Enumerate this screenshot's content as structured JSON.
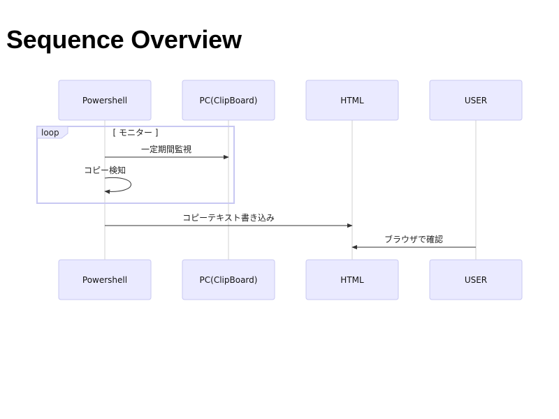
{
  "page": {
    "title": "Sequence Overview"
  },
  "colors": {
    "actor_fill": "#eaeaff",
    "actor_stroke": "#c8c8f2",
    "lifeline": "#d0d0d0",
    "message": "#333333"
  },
  "actors": [
    {
      "id": "powershell",
      "label": "Powershell"
    },
    {
      "id": "pc",
      "label": "PC(ClipBoard)"
    },
    {
      "id": "html",
      "label": "HTML"
    },
    {
      "id": "user",
      "label": "USER"
    }
  ],
  "loop": {
    "label": "loop",
    "condition": "[ モニター ]"
  },
  "messages": [
    {
      "from": "powershell",
      "to": "pc",
      "text": "一定期間監視"
    },
    {
      "from": "powershell",
      "to": "powershell",
      "text": "コピー検知"
    },
    {
      "from": "powershell",
      "to": "html",
      "text": "コピーテキスト書き込み"
    },
    {
      "from": "user",
      "to": "html",
      "text": "ブラウザで確認"
    }
  ]
}
